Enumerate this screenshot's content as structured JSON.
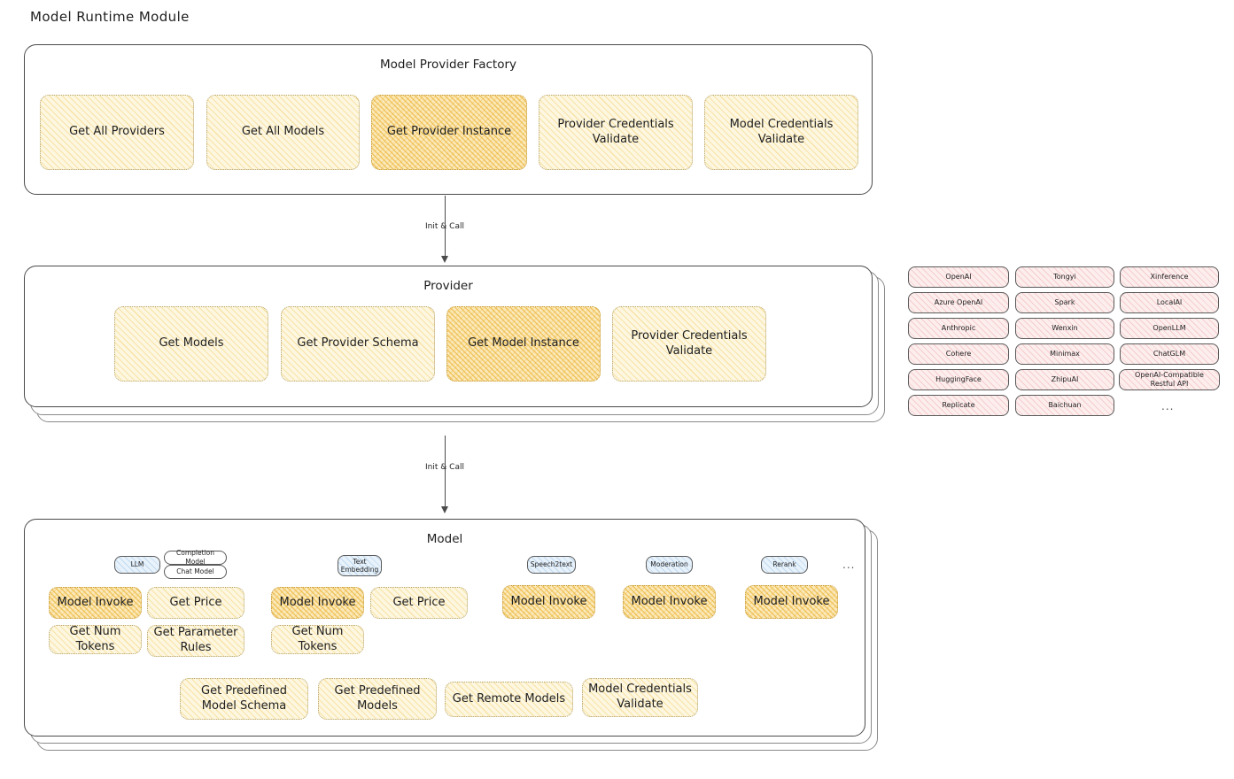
{
  "page": {
    "title": "Model Runtime Module"
  },
  "factory": {
    "title": "Model Provider Factory",
    "items": [
      {
        "label": "Get All Providers",
        "highlighted": false
      },
      {
        "label": "Get All Models",
        "highlighted": false
      },
      {
        "label": "Get Provider Instance",
        "highlighted": true
      },
      {
        "label": "Provider Credentials Validate",
        "highlighted": false
      },
      {
        "label": "Model Credentials Validate",
        "highlighted": false
      }
    ]
  },
  "arrows": [
    {
      "label": "Init & Call"
    },
    {
      "label": "Init & Call"
    }
  ],
  "provider": {
    "title": "Provider",
    "items": [
      {
        "label": "Get Models",
        "highlighted": false
      },
      {
        "label": "Get Provider Schema",
        "highlighted": false
      },
      {
        "label": "Get Model Instance",
        "highlighted": true
      },
      {
        "label": "Provider Credentials Validate",
        "highlighted": false
      }
    ]
  },
  "provider_list": {
    "columns": [
      [
        "OpenAI",
        "Azure OpenAI",
        "Anthropic",
        "Cohere",
        "HuggingFace",
        "Replicate"
      ],
      [
        "Tongyi",
        "Spark",
        "Wenxin",
        "Minimax",
        "ZhipuAI",
        "Baichuan"
      ],
      [
        "Xinference",
        "LocalAI",
        "OpenLLM",
        "ChatGLM",
        "OpenAI-Compatible Restful API"
      ]
    ],
    "more": "..."
  },
  "model": {
    "title": "Model",
    "more": "...",
    "types": [
      {
        "badge": "LLM",
        "tags": [
          "Completion Model",
          "Chat Model"
        ],
        "methods": [
          "Model Invoke",
          "Get Price",
          "Get Num Tokens",
          "Get Parameter Rules"
        ]
      },
      {
        "badge": "Text Embedding",
        "tags": [],
        "methods": [
          "Model Invoke",
          "Get Price",
          "Get Num Tokens"
        ]
      },
      {
        "badge": "Speech2text",
        "tags": [],
        "methods": [
          "Model Invoke"
        ]
      },
      {
        "badge": "Moderation",
        "tags": [],
        "methods": [
          "Model Invoke"
        ]
      },
      {
        "badge": "Rerank",
        "tags": [],
        "methods": [
          "Model Invoke"
        ]
      }
    ],
    "common": [
      "Get Predefined Model Schema",
      "Get Predefined Models",
      "Get Remote Models",
      "Model Credentials Validate"
    ]
  }
}
